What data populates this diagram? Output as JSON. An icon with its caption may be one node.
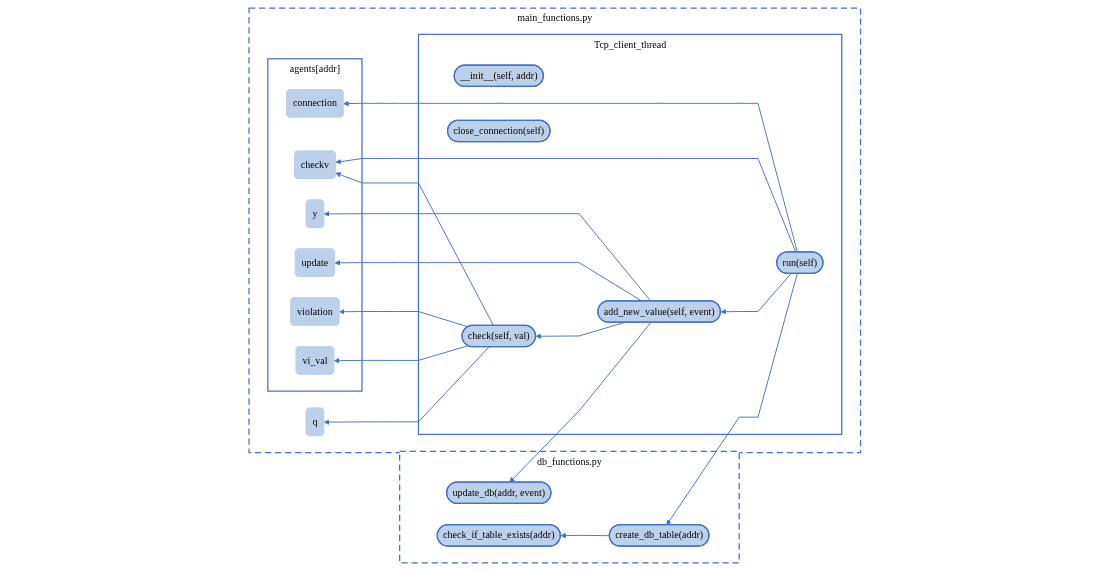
{
  "diagram": {
    "nodes": [
      {
        "text": [
          "db_functions.py"
        ]
      },
      {
        "text": [
          "create_db_table(addr)"
        ],
        "in": 0
      },
      {
        "text": [
          "check_if_table_exists(addr)"
        ],
        "in": 0
      },
      {
        "text": [
          "update_db(addr, event)"
        ],
        "in": 0
      },
      {
        "text": [
          "main_functions.py"
        ]
      },
      {
        "text": [
          "Tcp_client_thread"
        ],
        "in": 4
      },
      {
        "text": [
          "__init__(self, addr)"
        ],
        "in": 5
      },
      {
        "text": [
          "run(self)"
        ],
        "in": 5
      },
      {
        "text": [
          "add_new_value(self, event)"
        ],
        "in": 5
      },
      {
        "text": [
          "check(self, val)"
        ],
        "in": 5
      },
      {
        "text": [
          "close_connection(self)"
        ],
        "in": 5
      },
      {
        "text": [
          "agents[addr]"
        ],
        "in": 4
      },
      {
        "text": [
          "connection"
        ],
        "in": 11
      },
      {
        "text": [
          "checkv"
        ],
        "in": 11
      },
      {
        "text": [
          "y"
        ],
        "in": 11
      },
      {
        "text": [
          "update"
        ],
        "in": 11
      },
      {
        "text": [
          "violation"
        ],
        "in": 11
      },
      {
        "text": [
          "vi_val"
        ],
        "in": 11
      },
      {
        "text": [
          "q"
        ],
        "in": 4
      }
    ],
    "edges": [
      {
        "from": 7,
        "to": 1,
        "arrow": "to"
      },
      {
        "from": 1,
        "to": 2,
        "arrow": "to"
      },
      {
        "from": 7,
        "to": 8,
        "arrow": "to"
      },
      {
        "from": 8,
        "to": 3,
        "arrow": "to"
      },
      {
        "from": 8,
        "to": 9,
        "arrow": "to"
      },
      {
        "from": 7,
        "to": 12,
        "arrow": "to"
      },
      {
        "from": 7,
        "to": 13,
        "arrow": "to"
      },
      {
        "from": 8,
        "to": 14,
        "arrow": "to"
      },
      {
        "from": 8,
        "to": 15,
        "arrow": "to"
      },
      {
        "from": 9,
        "to": 16,
        "arrow": "to"
      },
      {
        "from": 9,
        "to": 17,
        "arrow": "to"
      },
      {
        "from": 9,
        "to": 13,
        "arrow": "to"
      },
      {
        "from": 9,
        "to": 18,
        "arrow": "to"
      }
    ]
  }
}
